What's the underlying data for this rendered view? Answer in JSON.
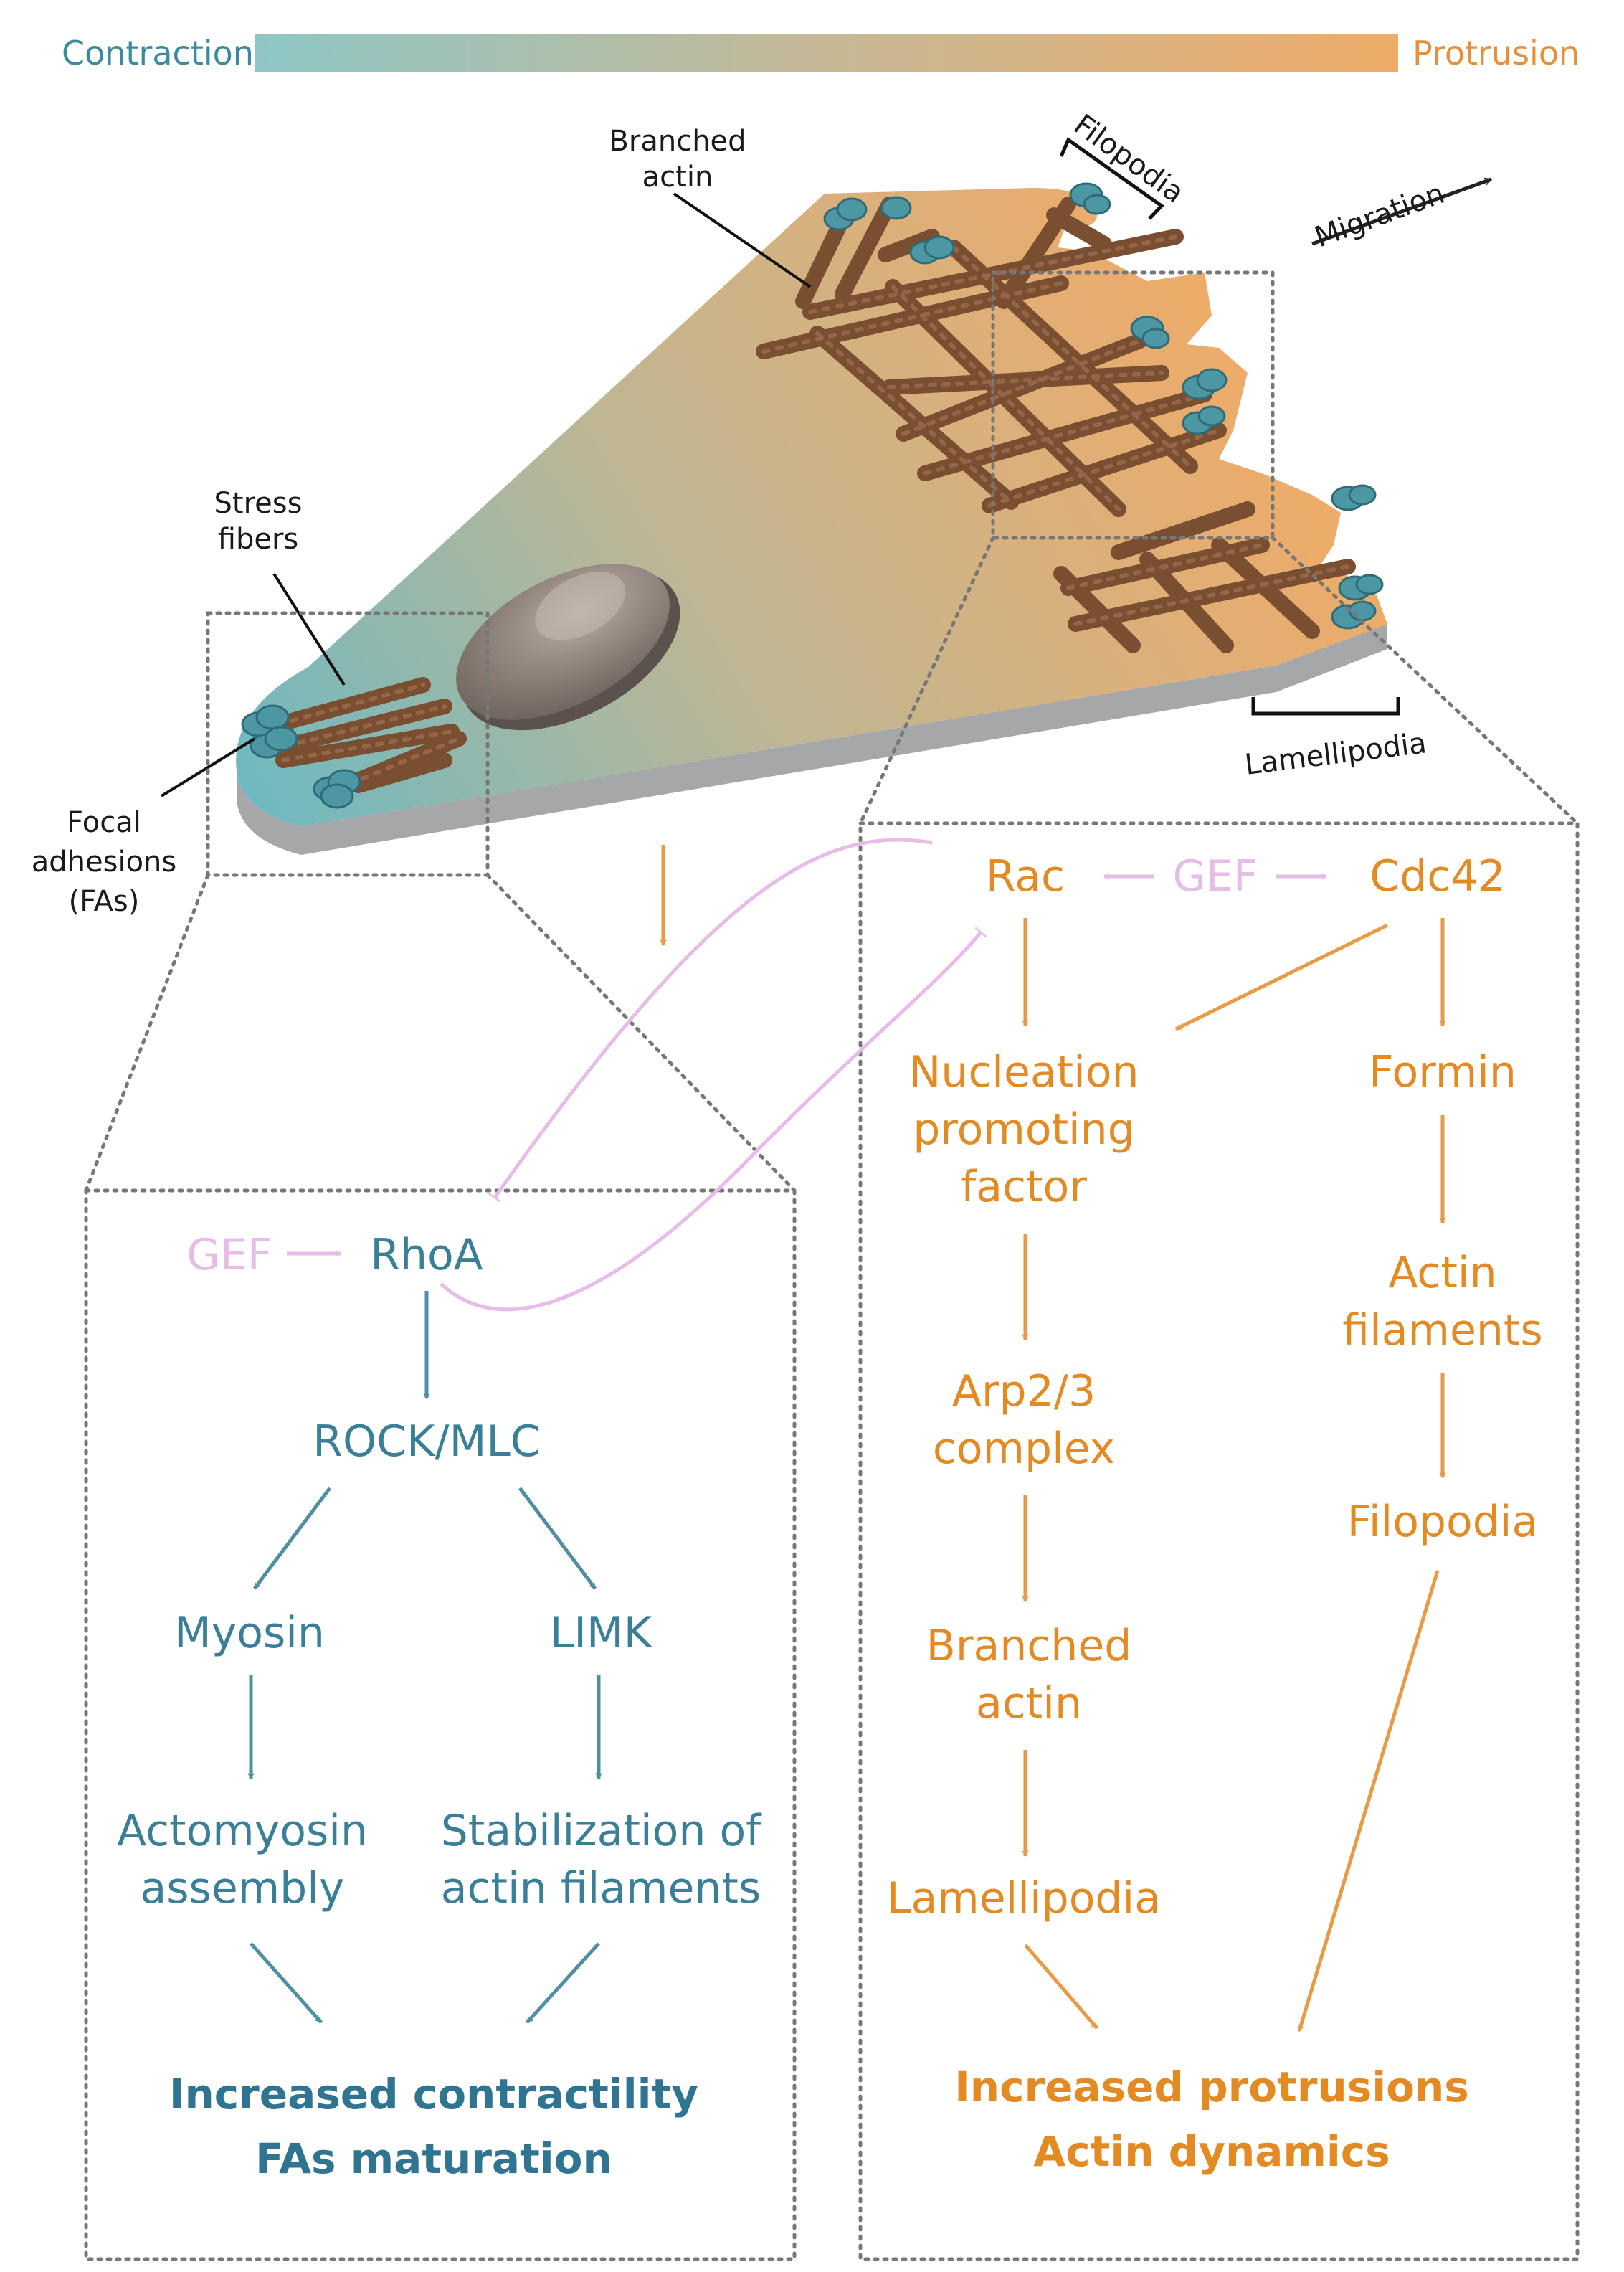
{
  "colors": {
    "contraction": "#4da4ad",
    "protrusion": "#efab68",
    "blue_text": "#3a7f98",
    "orange_text": "#e48a22",
    "pink": "#e6bde6",
    "actin": "#7a4e30",
    "adhesion": "#4d97a5"
  },
  "scale_bar": {
    "left_label": "Contraction",
    "right_label": "Protrusion"
  },
  "cell_labels": {
    "branched_actin_1": "Branched",
    "branched_actin_2": "actin",
    "filopodia": "Filopodia",
    "migration": "Migration",
    "stress_fibers_1": "Stress",
    "stress_fibers_2": "fibers",
    "focal_adhesions_1": "Focal",
    "focal_adhesions_2": "adhesions",
    "focal_adhesions_3": "(FAs)",
    "lamellipodia": "Lamellipodia"
  },
  "rho_pathway": {
    "gef": "GEF",
    "rhoa": "RhoA",
    "rock_mlc": "ROCK/MLC",
    "myosin": "Myosin",
    "limk": "LIMK",
    "actomyosin_1": "Actomyosin",
    "actomyosin_2": "assembly",
    "stabilization_1": "Stabilization of",
    "stabilization_2": "actin filaments",
    "outcome_1": "Increased contractility",
    "outcome_2": "FAs maturation"
  },
  "rac_pathway": {
    "rac": "Rac",
    "gef": "GEF",
    "cdc42": "Cdc42",
    "npf_1": "Nucleation",
    "npf_2": "promoting",
    "npf_3": "factor",
    "formin": "Formin",
    "actin_filaments_1": "Actin",
    "actin_filaments_2": "filaments",
    "arp_1": "Arp2/3",
    "arp_2": "complex",
    "filopodia": "Filopodia",
    "branched_1": "Branched",
    "branched_2": "actin",
    "lamellipodia": "Lamellipodia",
    "outcome_1": "Increased protrusions",
    "outcome_2": "Actin dynamics"
  }
}
